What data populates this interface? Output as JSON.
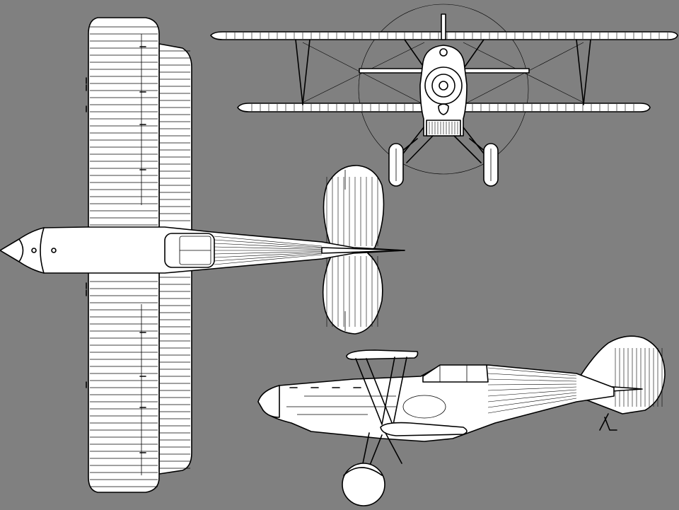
{
  "drawing": {
    "background_color": "#808080",
    "fill_color": "#ffffff",
    "line_color": "#000000",
    "views": [
      "plan",
      "front",
      "side"
    ]
  }
}
